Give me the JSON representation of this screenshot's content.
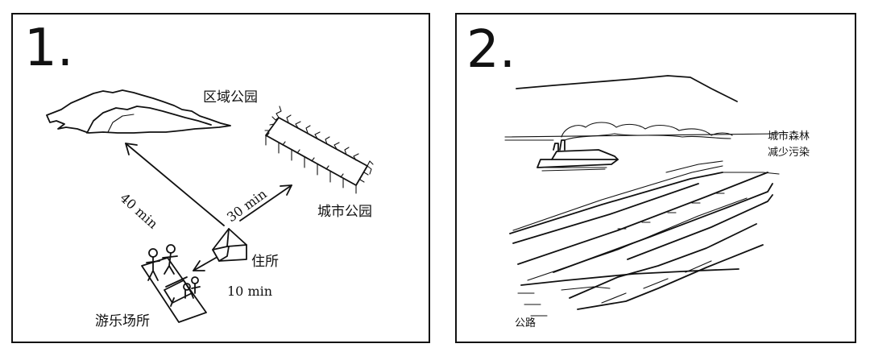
{
  "panel1": {
    "number": "1.",
    "labels": {
      "regional_park": "区域公园",
      "city_park": "城市公园",
      "residence": "住所",
      "playground": "游乐场所",
      "time_regional": "40 min",
      "time_city": "30 min",
      "time_playground": "10 min"
    }
  },
  "panel2": {
    "number": "2.",
    "labels": {
      "urban_forest_line1": "城市森林",
      "urban_forest_line2": "减少污染",
      "highway": "公路"
    }
  }
}
